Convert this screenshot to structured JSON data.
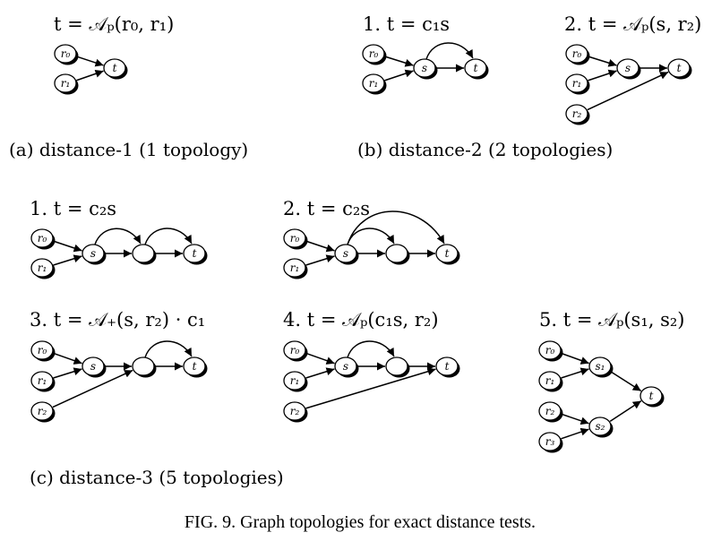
{
  "panels": [
    {
      "id": "a1",
      "equation": "t = 𝒜ₚ(r₀, r₁)",
      "nodes": [
        {
          "id": "r0",
          "label": "r₀"
        },
        {
          "id": "r1",
          "label": "r₁"
        },
        {
          "id": "t",
          "label": "t"
        }
      ],
      "edges": [
        [
          "r0",
          "t"
        ],
        [
          "r1",
          "t"
        ]
      ]
    },
    {
      "id": "b1",
      "equation": "1.  t = c₁s",
      "nodes": [
        {
          "id": "r0",
          "label": "r₀"
        },
        {
          "id": "r1",
          "label": "r₁"
        },
        {
          "id": "s",
          "label": "s"
        },
        {
          "id": "t",
          "label": "t"
        }
      ],
      "edges": [
        [
          "r0",
          "s"
        ],
        [
          "r1",
          "s"
        ],
        [
          "s",
          "t"
        ],
        [
          "s",
          "t",
          "arc"
        ]
      ]
    },
    {
      "id": "b2",
      "equation": "2.  t = 𝒜ₚ(s, r₂)",
      "nodes": [
        {
          "id": "r0",
          "label": "r₀"
        },
        {
          "id": "r1",
          "label": "r₁"
        },
        {
          "id": "r2",
          "label": "r₂"
        },
        {
          "id": "s",
          "label": "s"
        },
        {
          "id": "t",
          "label": "t"
        }
      ],
      "edges": [
        [
          "r0",
          "s"
        ],
        [
          "r1",
          "s"
        ],
        [
          "s",
          "t"
        ],
        [
          "r2",
          "t"
        ]
      ]
    },
    {
      "id": "c1",
      "equation": "1.  t = c₂s",
      "nodes": [
        {
          "id": "r0",
          "label": "r₀"
        },
        {
          "id": "r1",
          "label": "r₁"
        },
        {
          "id": "s",
          "label": "s"
        },
        {
          "id": "m",
          "label": ""
        },
        {
          "id": "t",
          "label": "t"
        }
      ],
      "edges": [
        [
          "r0",
          "s"
        ],
        [
          "r1",
          "s"
        ],
        [
          "s",
          "m"
        ],
        [
          "m",
          "t"
        ],
        [
          "s",
          "m",
          "arc"
        ],
        [
          "m",
          "t",
          "arc"
        ]
      ]
    },
    {
      "id": "c2",
      "equation": "2.  t = c₂s",
      "nodes": [
        {
          "id": "r0",
          "label": "r₀"
        },
        {
          "id": "r1",
          "label": "r₁"
        },
        {
          "id": "s",
          "label": "s"
        },
        {
          "id": "m",
          "label": ""
        },
        {
          "id": "t",
          "label": "t"
        }
      ],
      "edges": [
        [
          "r0",
          "s"
        ],
        [
          "r1",
          "s"
        ],
        [
          "s",
          "m"
        ],
        [
          "m",
          "t"
        ],
        [
          "s",
          "m",
          "arc"
        ],
        [
          "s",
          "t",
          "arc"
        ]
      ]
    },
    {
      "id": "c3",
      "equation": "3.  t = 𝒜₊(s, r₂) · c₁",
      "nodes": [
        {
          "id": "r0",
          "label": "r₀"
        },
        {
          "id": "r1",
          "label": "r₁"
        },
        {
          "id": "r2",
          "label": "r₂"
        },
        {
          "id": "s",
          "label": "s"
        },
        {
          "id": "m",
          "label": ""
        },
        {
          "id": "t",
          "label": "t"
        }
      ],
      "edges": [
        [
          "r0",
          "s"
        ],
        [
          "r1",
          "s"
        ],
        [
          "s",
          "m"
        ],
        [
          "r2",
          "m"
        ],
        [
          "m",
          "t"
        ],
        [
          "m",
          "t",
          "arc"
        ]
      ]
    },
    {
      "id": "c4",
      "equation": "4.  t = 𝒜ₚ(c₁s, r₂)",
      "nodes": [
        {
          "id": "r0",
          "label": "r₀"
        },
        {
          "id": "r1",
          "label": "r₁"
        },
        {
          "id": "r2",
          "label": "r₂"
        },
        {
          "id": "s",
          "label": "s"
        },
        {
          "id": "m",
          "label": ""
        },
        {
          "id": "t",
          "label": "t"
        }
      ],
      "edges": [
        [
          "r0",
          "s"
        ],
        [
          "r1",
          "s"
        ],
        [
          "s",
          "m"
        ],
        [
          "m",
          "t"
        ],
        [
          "s",
          "m",
          "arc"
        ],
        [
          "r2",
          "t"
        ]
      ]
    },
    {
      "id": "c5",
      "equation": "5.  t = 𝒜ₚ(s₁, s₂)",
      "nodes": [
        {
          "id": "r0",
          "label": "r₀"
        },
        {
          "id": "r1",
          "label": "r₁"
        },
        {
          "id": "r2",
          "label": "r₂"
        },
        {
          "id": "r3",
          "label": "r₃"
        },
        {
          "id": "s1",
          "label": "s₁"
        },
        {
          "id": "s2",
          "label": "s₂"
        },
        {
          "id": "t",
          "label": "t"
        }
      ],
      "edges": [
        [
          "r0",
          "s1"
        ],
        [
          "r1",
          "s1"
        ],
        [
          "r2",
          "s2"
        ],
        [
          "r3",
          "s2"
        ],
        [
          "s1",
          "t"
        ],
        [
          "s2",
          "t"
        ]
      ]
    }
  ],
  "captions": {
    "a": "(a)  distance-1 (1 topology)",
    "b": "(b)  distance-2 (2 topologies)",
    "c": "(c)  distance-3 (5 topologies)"
  },
  "figure_caption": "FIG. 9.    Graph topologies for exact distance tests."
}
